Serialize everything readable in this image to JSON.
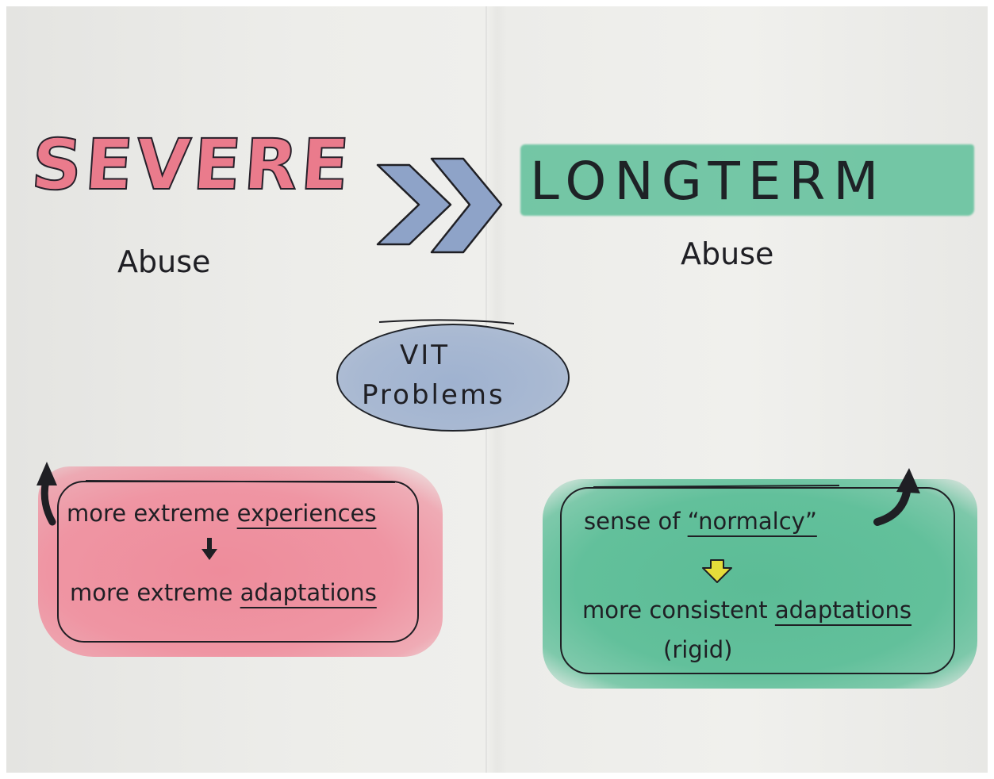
{
  "left": {
    "title": "SEVERE",
    "subtitle": "Abuse",
    "box": {
      "line1_prefix": "more extreme",
      "line1_keyword": "experiences",
      "line2_prefix": "more extreme",
      "line2_keyword": "adaptations"
    }
  },
  "right": {
    "title": "LONGTERM",
    "subtitle": "Abuse",
    "box": {
      "line1_prefix": "sense of",
      "line1_keyword": "“normalcy”",
      "line2_prefix": "more consistent",
      "line2_keyword": "adaptations",
      "line3": "(rigid)"
    }
  },
  "center": {
    "line1": "VIT",
    "line2": "Problems"
  },
  "colors": {
    "severe": "#ea7b8c",
    "longterm": "#5fc09a",
    "chevrons": "#8ea3c8",
    "pill": "#a9b9d2",
    "red_wash": "#ef95a3",
    "green_wash": "#62c09b",
    "yellow_arrow": "#e6dc3a",
    "ink": "#1f1f24"
  }
}
